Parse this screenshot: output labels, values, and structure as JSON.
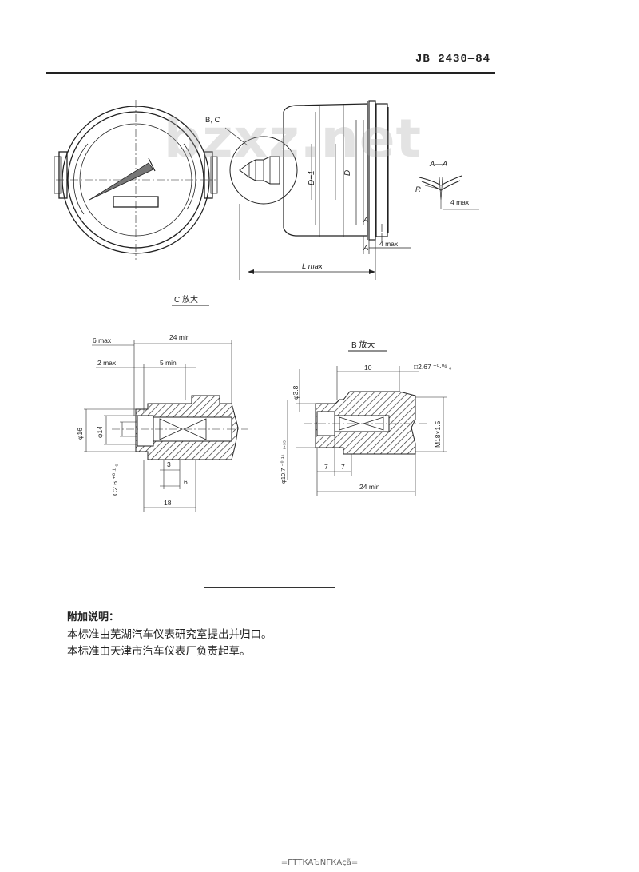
{
  "header": {
    "standard_code": "JB 2430—84"
  },
  "watermark": "bzxz.net",
  "figure": {
    "labels": {
      "bc_ref": "B, C",
      "section_aa": "A—A",
      "radius": "R",
      "four_max_aa": "4 max",
      "d_plus_1": "D+1",
      "d": "D",
      "a_upper": "A",
      "a_lower": "A",
      "four_max": "4 max",
      "l_max": "L max"
    },
    "detail_c": {
      "title": "C 放大",
      "dims": {
        "six_max": "6 max",
        "twenty_four_min": "24 min",
        "two_max": "2 max",
        "five_min": "5 min",
        "phi16": "φ16",
        "phi14": "φ14",
        "c26": "C2.6 ⁺⁰·¹ ₀",
        "three": "3",
        "six": "6",
        "eighteen": "18"
      }
    },
    "detail_b": {
      "title": "B 放大",
      "dims": {
        "ten": "10",
        "square": "□2.67 ⁺⁰·⁰⁶ ₀",
        "phi38": "φ3.8",
        "m18": "M18×1.5",
        "phi107": "φ10.7 ⁻⁰·¹⁶ ₋₀.₃₅",
        "seven_a": "7",
        "seven_b": "7",
        "twenty_four_min": "24 min"
      }
    }
  },
  "notes": {
    "title": "附加说明：",
    "line1": "本标准由芜湖汽车仪表研究室提出并归口。",
    "line2": "本标准由天津市汽车仪表厂负责起草。"
  },
  "footer": "=ГТТКАЪÑГКАçã="
}
